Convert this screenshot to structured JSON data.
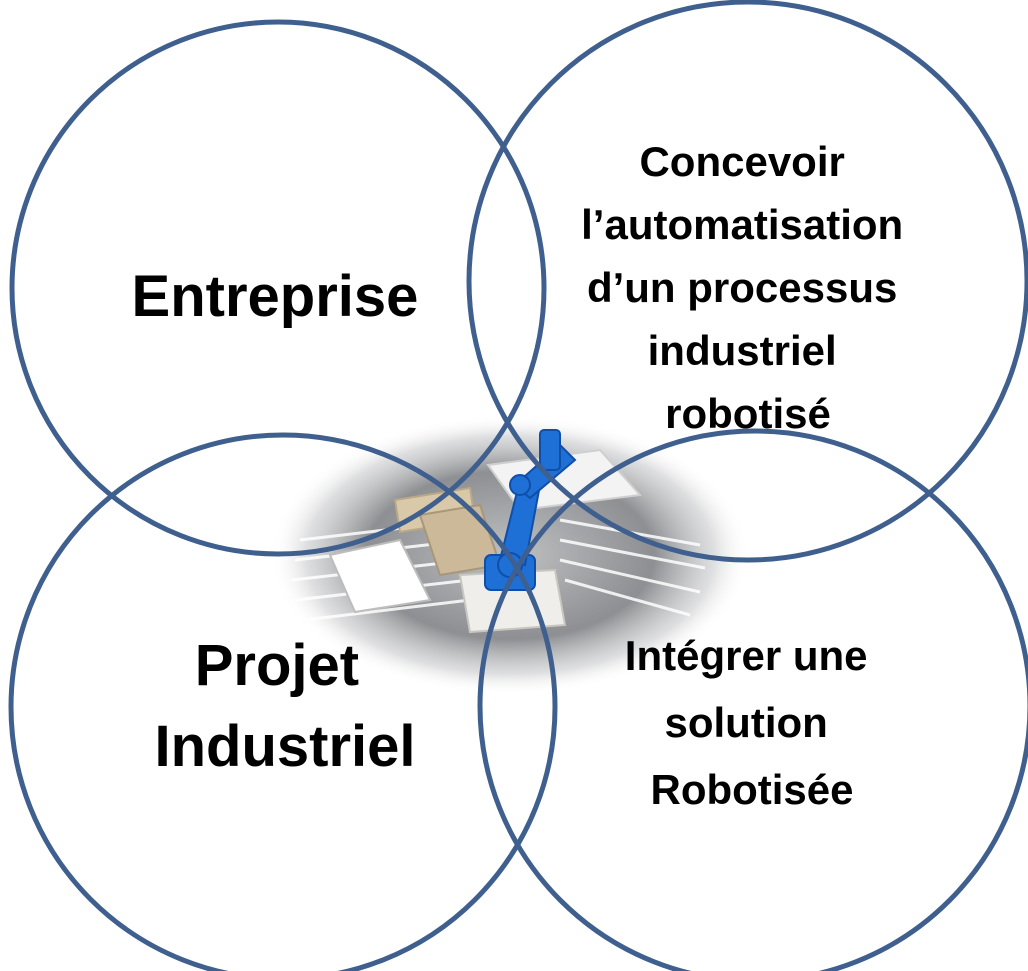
{
  "diagram": {
    "circles": [
      {
        "id": "entreprise",
        "lines": [
          "Entreprise"
        ]
      },
      {
        "id": "concevoir",
        "lines": [
          "Concevoir",
          "l’automatisation",
          "d’un processus",
          "industriel",
          "robotisé"
        ]
      },
      {
        "id": "projet",
        "lines": [
          "Projet",
          "Industriel"
        ]
      },
      {
        "id": "integrer",
        "lines": [
          "Intégrer une",
          "solution",
          "Robotisée"
        ]
      }
    ],
    "center_image": "industrial-robot-palletizing-cell",
    "colors": {
      "circle_stroke": "#3f5f8f",
      "robot": "#1e6fd6"
    }
  }
}
